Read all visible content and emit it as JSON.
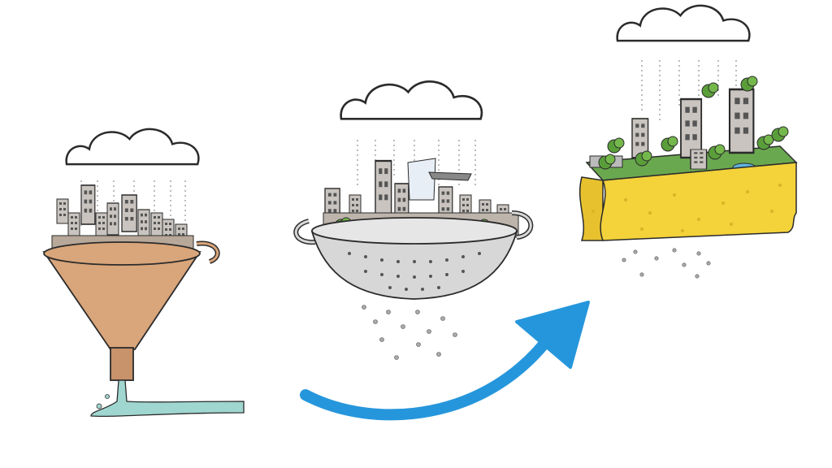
{
  "diagram": {
    "panels": [
      {
        "id": "funnel-city",
        "icon": "funnel-city-illustration"
      },
      {
        "id": "colander-city",
        "icon": "colander-city-illustration"
      },
      {
        "id": "sponge-city",
        "icon": "sponge-city-illustration"
      }
    ],
    "arrow": {
      "icon": "curved-arrow-icon",
      "color": "#2596dc"
    },
    "colors": {
      "funnel": "#d9a57a",
      "colander": "#d7d7d7",
      "sponge": "#f3d23a",
      "grass": "#6aa84f",
      "water": "#9fd6cf",
      "cloud": "#ffffff",
      "outline": "#2b2b2b"
    }
  }
}
